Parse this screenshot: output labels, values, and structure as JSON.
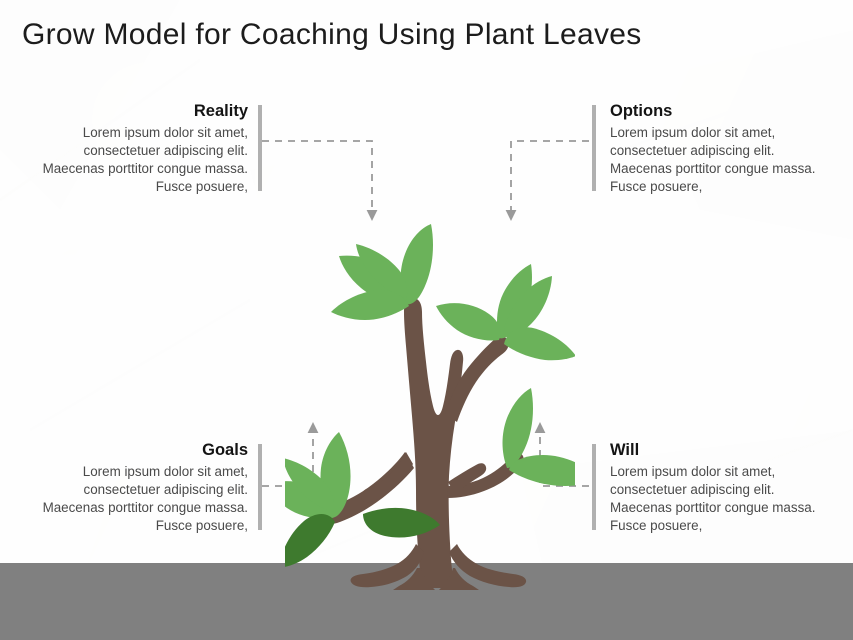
{
  "slide": {
    "title": "Grow Model for Coaching Using Plant Leaves",
    "ground_color": "#808080",
    "background_color": "#fbfbfa"
  },
  "graphic": {
    "name": "tree-diagram",
    "trunk_color": "#6b5347",
    "leaf_light_color": "#6bb25a",
    "leaf_dark_color": "#3e7a2e",
    "connector_color": "#9a9a9a",
    "divider_color": "#b0b0b0"
  },
  "blocks": [
    {
      "id": "reality",
      "heading": "Reality",
      "body": "Lorem ipsum dolor sit amet, consectetuer adipiscing elit. Maecenas porttitor congue massa. Fusce posuere,",
      "align": "right"
    },
    {
      "id": "options",
      "heading": "Options",
      "body": "Lorem ipsum dolor sit amet, consectetuer adipiscing elit. Maecenas porttitor congue massa. Fusce posuere,",
      "align": "left"
    },
    {
      "id": "goals",
      "heading": "Goals",
      "body": "Lorem ipsum dolor sit amet, consectetuer adipiscing elit. Maecenas porttitor congue massa. Fusce posuere,",
      "align": "right"
    },
    {
      "id": "will",
      "heading": "Will",
      "body": "Lorem ipsum dolor sit amet, consectetuer adipiscing elit. Maecenas porttitor congue massa. Fusce posuere,",
      "align": "left"
    }
  ]
}
